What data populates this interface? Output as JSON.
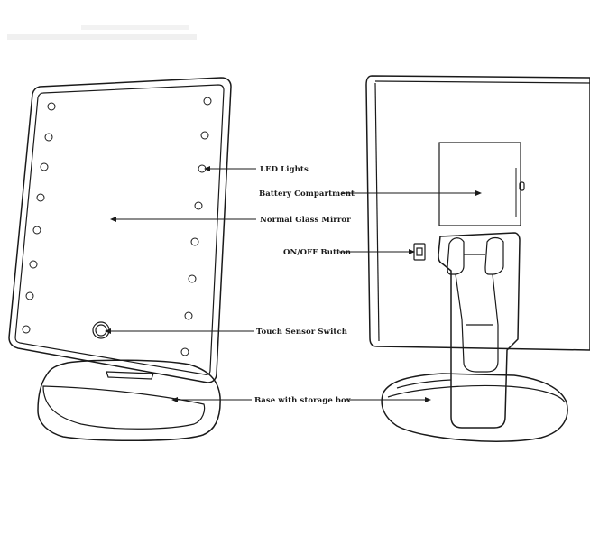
{
  "labels": {
    "led_lights": "LED Lights",
    "normal_glass_mirror": "Normal Glass Mirror",
    "touch_sensor_switch": "Touch Sensor Switch",
    "base_storage": "Base with storage box",
    "battery_compartment": "Battery Compartment",
    "on_off_button": "ON/OFF Button"
  },
  "led_count": 16,
  "colors": {
    "line": "#1a1a1a",
    "background": "#ffffff"
  }
}
